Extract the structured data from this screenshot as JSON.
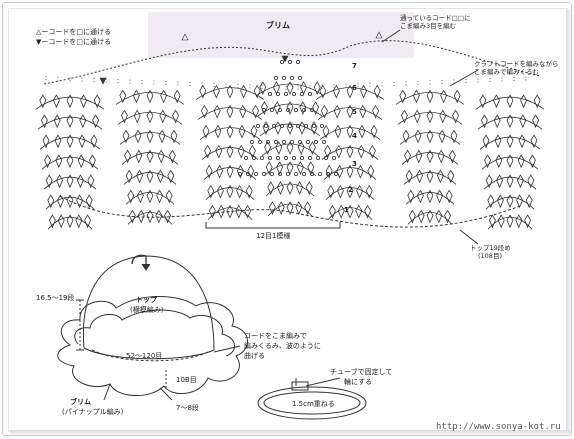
{
  "colors": {
    "ink": "#333333",
    "band": "#eee6f3",
    "frame": "#c9c9d6"
  },
  "top_diagram": {
    "title": "ブリム",
    "legend_left": [
      "△ーコードを□に通ける",
      "▼ーコードを□に通ける"
    ],
    "note_top_right": [
      "通っているコード□□に",
      "こま編み3目を編む"
    ],
    "note_right": [
      "クラフトコードを編みながら",
      "こま編みで編みくるむ"
    ],
    "row_numbers": [
      "7",
      "6",
      "5",
      "4",
      "3",
      "2",
      "1"
    ],
    "bottom_label": "12目1模様",
    "top_label": [
      "トップ19段め",
      "(108目)"
    ]
  },
  "hat": {
    "top_label": [
      "トップ",
      "(横模編み)"
    ],
    "left_dim": "16.5〜19段",
    "inner_label": "52〜120目",
    "brim_label": [
      "ブリム",
      "(パイナップル編み)"
    ],
    "side_dims": [
      "10B目",
      "7〜8段"
    ],
    "note": [
      "コードをこま編みで",
      "編みくるみ、波のように",
      "曲げる"
    ]
  },
  "tube": {
    "note": [
      "チューブで固定して",
      "輪にする"
    ],
    "label": "1.5cm重ねる"
  },
  "watermark": "http://www.sonya-kot.ru"
}
